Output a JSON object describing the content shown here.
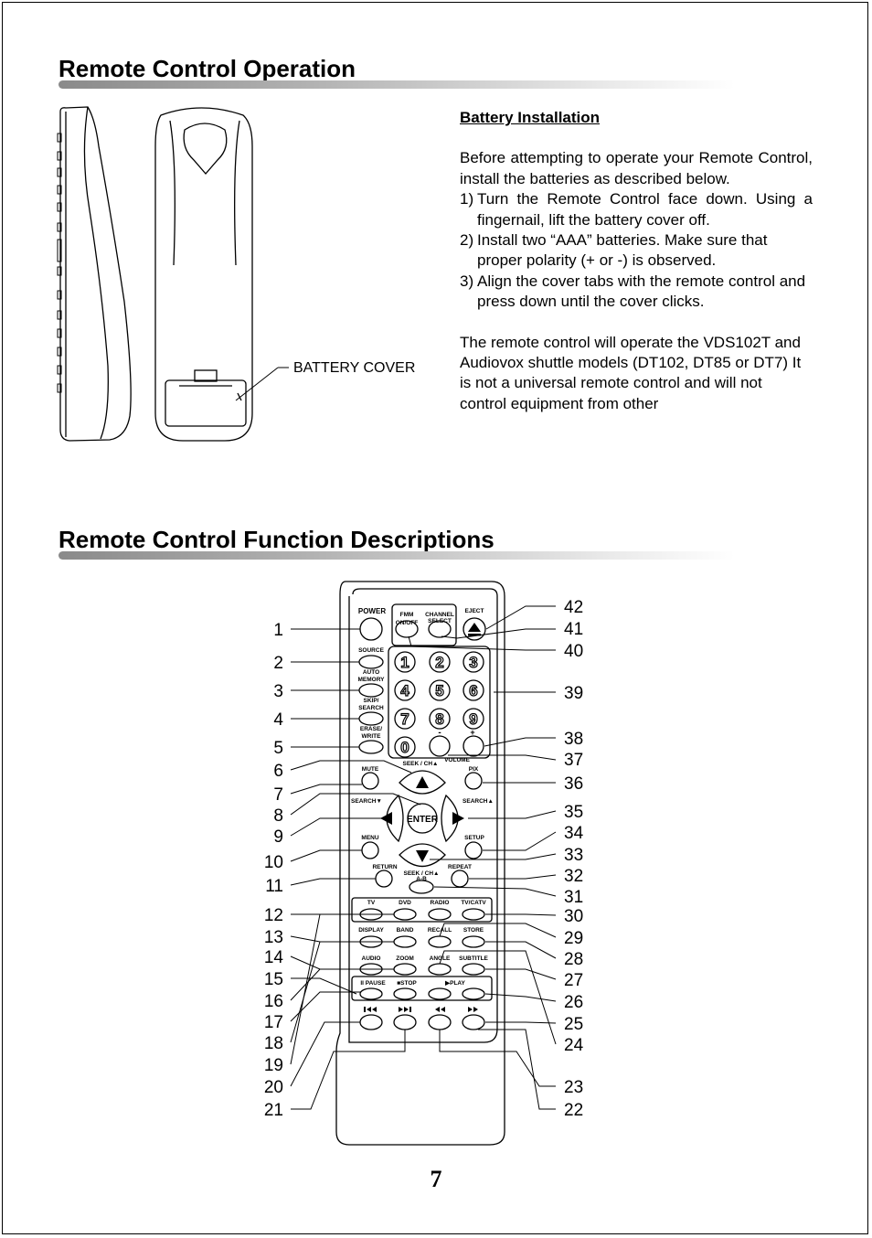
{
  "section1_title": "Remote Control Operation",
  "section2_title": "Remote Control Function Descriptions",
  "battery": {
    "title": "Battery Installation",
    "intro": "Before attempting to operate your Remote Control, install the batteries as described below.",
    "steps": [
      {
        "num": "1)",
        "text": "Turn the Remote Control face down. Using a fingernail, lift the battery cover off."
      },
      {
        "num": "2)",
        "text": "Install two “AAA” batteries. Make sure that proper polarity (+ or -) is observed."
      },
      {
        "num": "3)",
        "text": "Align the cover tabs with the remote control and press down until the cover clicks."
      }
    ],
    "note": "The remote control will operate the VDS102T and Audiovox shuttle models (DT102, DT85 or DT7)  It is not a universal remote control and will not control equipment from other",
    "cover_label": "BATTERY COVER"
  },
  "remote_labels": {
    "power": "POWER",
    "fmm": "FMM",
    "on_off": "ON/OFF",
    "channel": "CHANNEL",
    "select": "SELECT",
    "eject": "EJECT",
    "source": "SOURCE",
    "auto": "AUTO",
    "memory": "MEMORY",
    "skip": "SKIP/",
    "search": "SEARCH",
    "erase": "ERASE/",
    "write": "WRITE",
    "seek_ch_up": "SEEK / CH▲",
    "volume": "VOLUME",
    "mute": "MUTE",
    "pix": "PIX",
    "search_left": "SEARCH▼",
    "search_right": "SEARCH▲",
    "enter": "ENTER",
    "menu": "MENU",
    "setup": "SETUP",
    "return": "RETURN",
    "repeat": "REPEAT",
    "seek_ch_down": "SEEK / CH▲",
    "a_b": "A-B",
    "tv": "TV",
    "dvd": "DVD",
    "radio": "RADIO",
    "tv_catv": "TV/CATV",
    "display": "DISPLAY",
    "band": "BAND",
    "recall": "RECALL",
    "store": "STORE",
    "audio": "AUDIO",
    "zoom": "ZOOM",
    "angle": "ANGLE",
    "subtitle": "SUBTITLE",
    "pause": "II PAUSE",
    "stop": "■STOP",
    "play": "▶PLAY",
    "minus": "-",
    "plus": "+"
  },
  "digits": [
    "1",
    "2",
    "3",
    "4",
    "5",
    "6",
    "7",
    "8",
    "9",
    "0"
  ],
  "callouts_left": [
    "1",
    "2",
    "3",
    "4",
    "5",
    "6",
    "7",
    "8",
    "9",
    "10",
    "11",
    "12",
    "13",
    "14",
    "15",
    "16",
    "17",
    "18",
    "19",
    "20",
    "21"
  ],
  "callouts_right": [
    "42",
    "41",
    "40",
    "39",
    "38",
    "37",
    "36",
    "35",
    "34",
    "33",
    "32",
    "31",
    "30",
    "29",
    "28",
    "27",
    "26",
    "25",
    "24",
    "23",
    "22"
  ],
  "page_number": "7"
}
